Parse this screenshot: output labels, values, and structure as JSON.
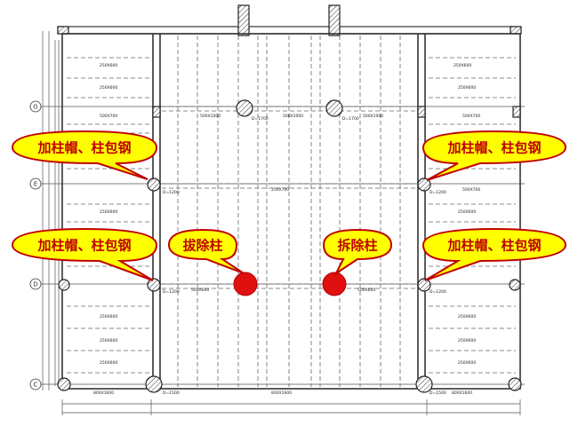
{
  "axes": [
    "G",
    "E",
    "D",
    "C"
  ],
  "callouts": {
    "add_cap_left_top": "加柱帽、柱包钢",
    "add_cap_right_top": "加柱帽、柱包钢",
    "add_cap_left_mid": "加柱帽、柱包钢",
    "add_cap_right_mid": "加柱帽、柱包钢",
    "remove_col_left": "拔除柱",
    "remove_col_right": "拆除柱"
  },
  "colors": {
    "callout_fill": "#ffff00",
    "callout_stroke": "#c00000",
    "callout_text": "#c00000",
    "removed_column": "#e01010"
  },
  "labels": {
    "beam_250x600": "250X600",
    "beam_500x700": "500X700",
    "beam_500x1000": "500X1000",
    "beam_250x700": "250X700",
    "beam_800x1600": "800X1600",
    "beam_500x600": "500X600",
    "col_d1700": "D=1700",
    "col_d1200": "D=1200",
    "col_d1500": "D=1500"
  }
}
